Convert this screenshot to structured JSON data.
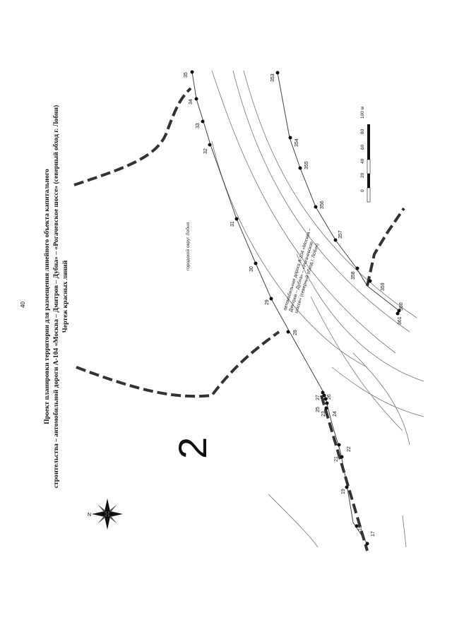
{
  "page": {
    "number": "40"
  },
  "title": {
    "line1": "Проект планировки территории для размещения линейного объекта капитального",
    "line2": "строительства – автомобильной дороги А-104 «Москва – Дмитров – Дубна» – «Рогачевское шоссе» (северный обход г. Лобни)",
    "line3": "Чертеж красных линий"
  },
  "sheet_number": "2",
  "district_label": "городской округ Лобня",
  "road_label": {
    "line1": "автомобильная дорога А-104 «Москва –",
    "line2": "Дмитров – Дубна» – «Рогачевское",
    "line3": "шоссе» (северный обход г. Лобни)"
  },
  "scale": {
    "ticks": [
      "0",
      "20",
      "40",
      "60",
      "80",
      "100 м"
    ]
  },
  "points_upper": [
    "17",
    "18",
    "19",
    "21",
    "22",
    "23",
    "24",
    "25",
    "26",
    "27",
    "28",
    "29",
    "30",
    "31",
    "32",
    "33",
    "34",
    "35"
  ],
  "points_lower": [
    "353",
    "354",
    "355",
    "356",
    "357",
    "358",
    "359",
    "360",
    "361"
  ],
  "compass": {
    "label": "N"
  }
}
